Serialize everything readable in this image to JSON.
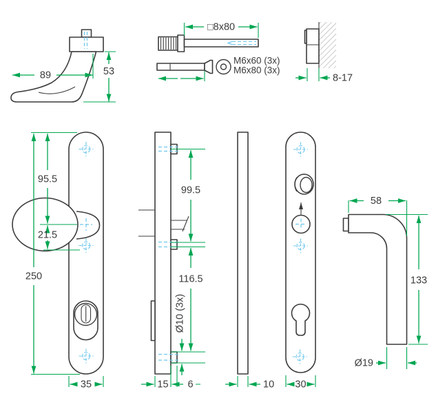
{
  "colors": {
    "line": "#3C3C3C",
    "dimension_green": "#00A651",
    "accent_blue": "#6FC7EC",
    "hatch_gray": "#9A9A9A"
  },
  "icons": {
    "fixing_position": "crosshair-target",
    "handle_axis": "cross"
  },
  "views": {
    "handle_side": {
      "width": "89",
      "height": "53"
    },
    "fixings": {
      "spindle_label": "□8x80",
      "screw_option_1": "M6x60 (3x)",
      "screw_option_2": "M6x80 (3x)"
    },
    "mounting": {
      "door_leaf_range": "8-17"
    },
    "inner_plate": {
      "top_to_handle": "95.5",
      "handle_to_fixing": "21.5",
      "total_height": "250",
      "width": "35"
    },
    "plate_profile": {
      "upper_fixing_span": "99.5",
      "lower_fixing_span": "116.5",
      "boss_diameter": "Ø10 (3x)",
      "plate_depth": "15",
      "boss_depth": "6"
    },
    "outer_plate_profile": {
      "depth": "10"
    },
    "outer_plate": {
      "width": "30"
    },
    "handle_front": {
      "reach": "58",
      "height": "133",
      "tube_diameter": "Ø19"
    }
  }
}
